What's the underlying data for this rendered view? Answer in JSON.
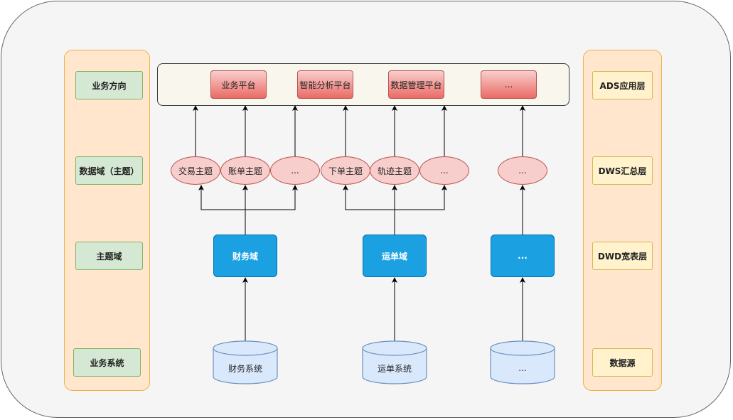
{
  "left_layers": [
    "业务方向",
    "数据域（主题）",
    "主题域",
    "业务系统"
  ],
  "right_layers": [
    "ADS应用层",
    "DWS汇总层",
    "DWD宽表层",
    "数据源"
  ],
  "platforms": [
    "业务平台",
    "智能分析平台",
    "数据管理平台",
    "..."
  ],
  "topics": [
    "交易主题",
    "账单主题",
    "...",
    "下单主题",
    "轨迹主题",
    "...",
    "..."
  ],
  "domains": [
    "财务域",
    "运单域",
    "..."
  ],
  "sources": [
    "财务系统",
    "运单系统",
    "..."
  ],
  "colors": {
    "background": "#f5f5f5",
    "panel_fill": "#ffe6cc",
    "panel_border": "#f0b04a",
    "left_layer_fill": "#d5e8d4",
    "right_layer_fill": "#fff2cc",
    "platform_fill": "#ea6b66",
    "topic_fill": "#f8cecc",
    "domain_fill": "#1ba1e2",
    "source_fill": "#dae8fc"
  }
}
